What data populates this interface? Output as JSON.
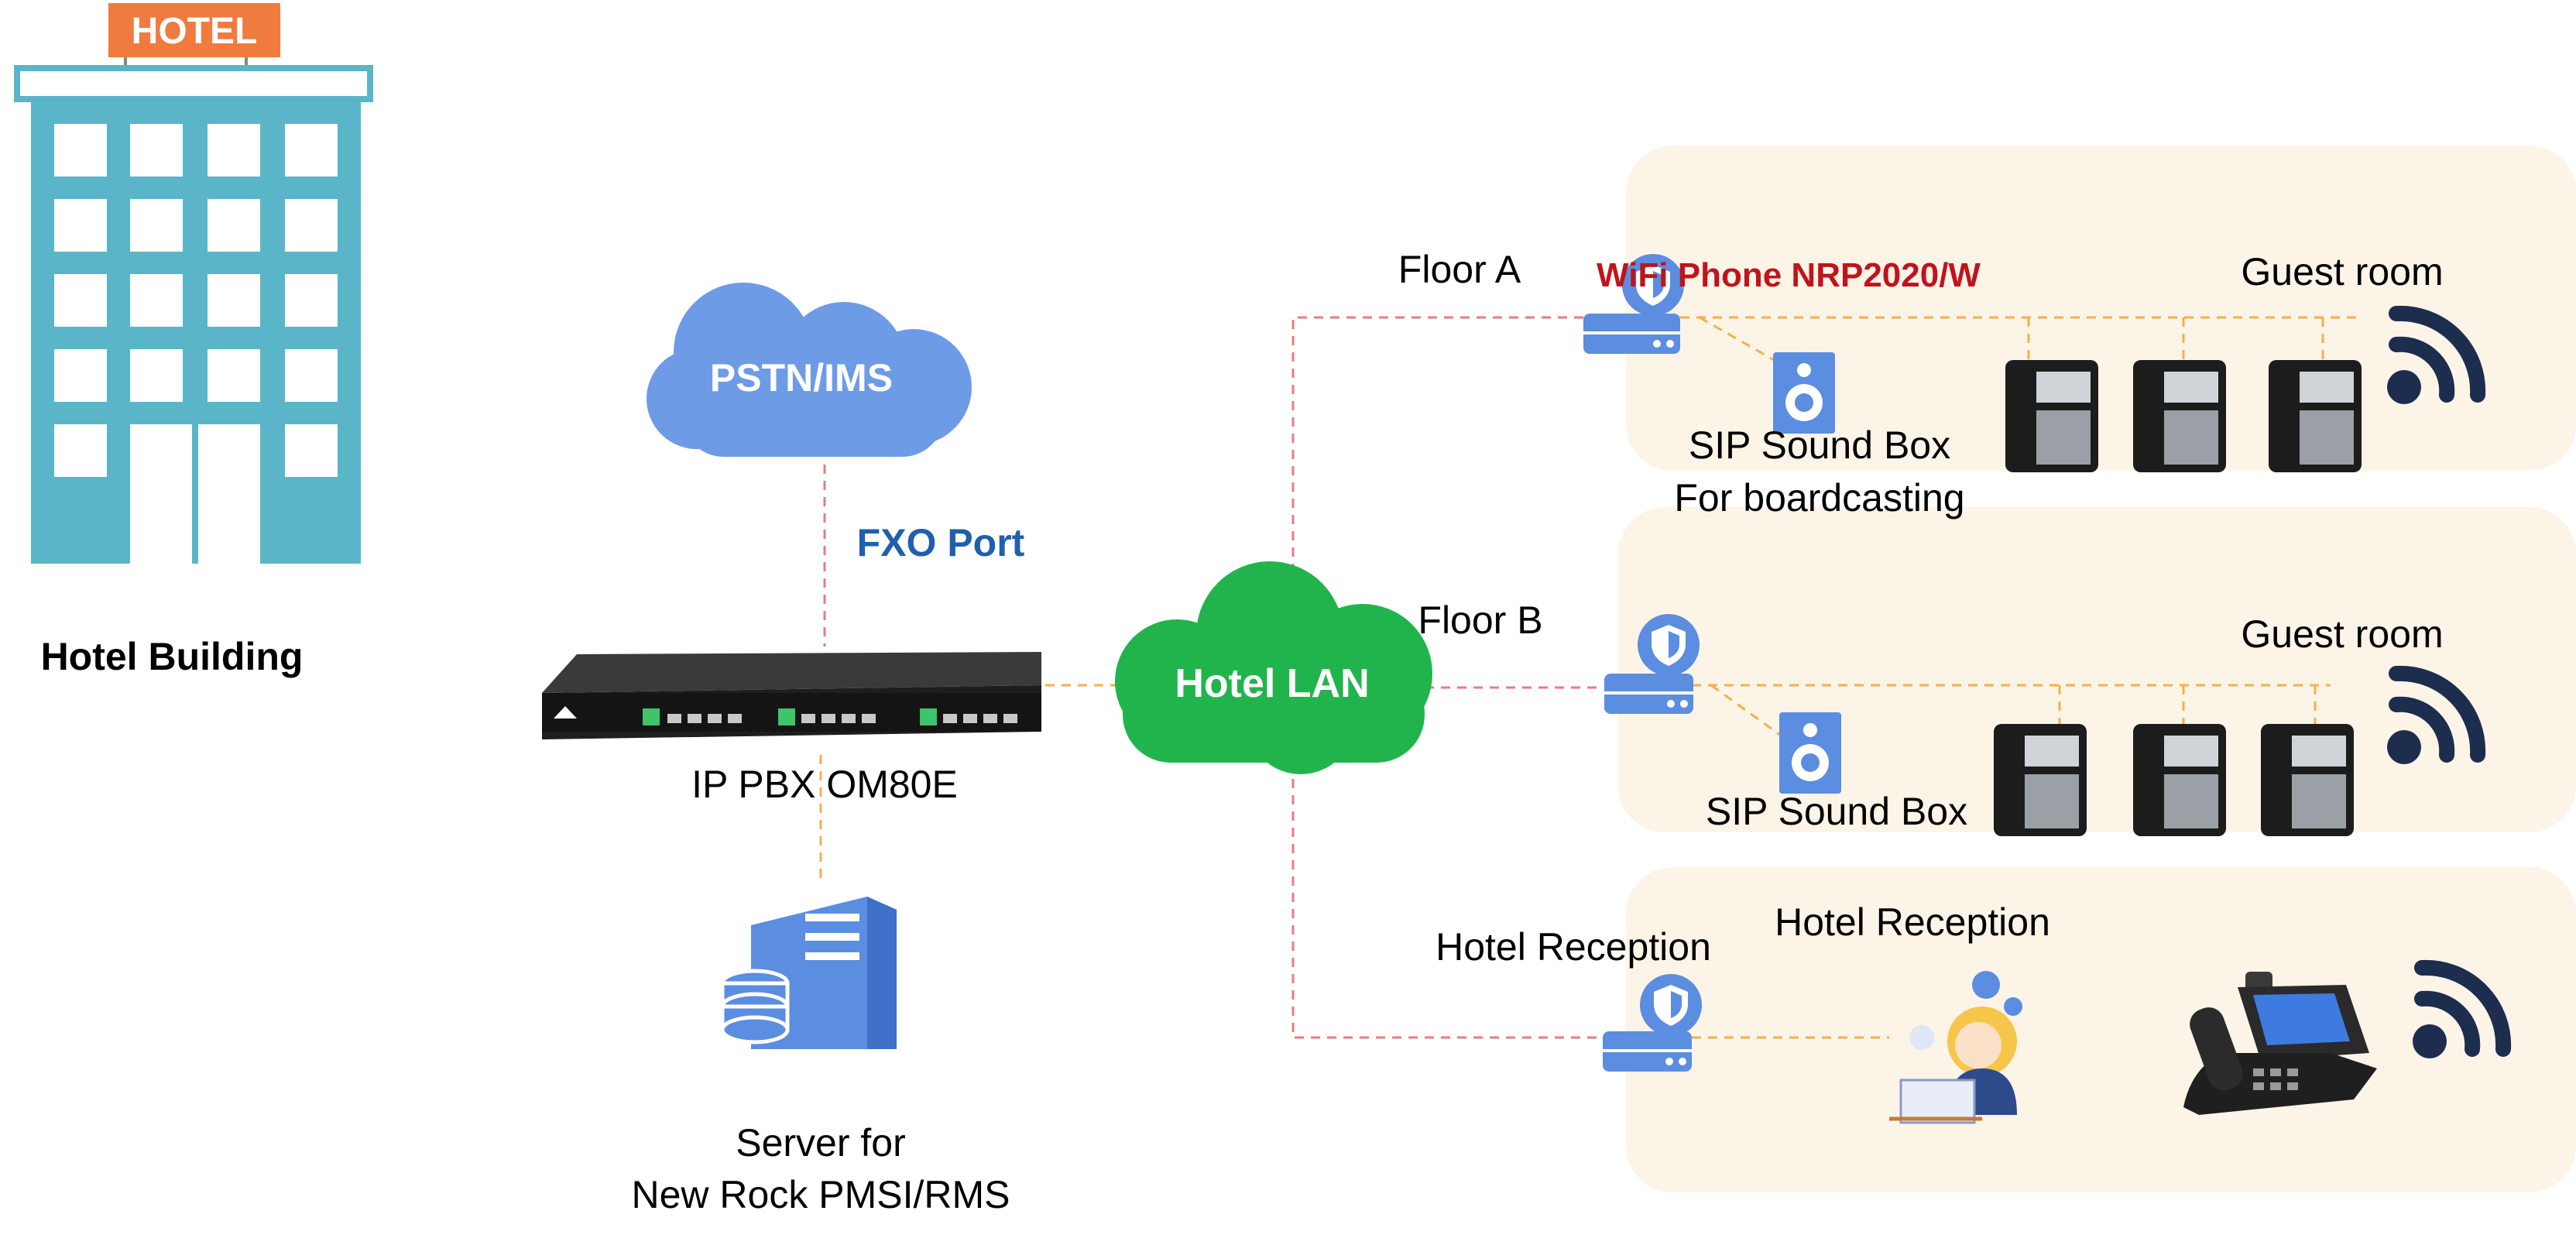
{
  "building": {
    "sign": "HOTEL",
    "label": "Hotel Building"
  },
  "pstn": {
    "label": "PSTN/IMS"
  },
  "fxo": {
    "label": "FXO Port"
  },
  "pbx": {
    "label": "IP PBX OM80E"
  },
  "server": {
    "label_line1": "Server for",
    "label_line2": "New Rock PMSI/RMS"
  },
  "lan": {
    "label": "Hotel LAN"
  },
  "floor_a": {
    "label": "Floor A",
    "wifi_phone": "WiFi Phone NRP2020/W",
    "guest_room": "Guest room",
    "sound_box_line1": "SIP Sound Box",
    "sound_box_line2": "For boardcasting"
  },
  "floor_b": {
    "label": "Floor B",
    "guest_room": "Guest room",
    "sound_box": "SIP Sound Box"
  },
  "reception": {
    "label": "Hotel Reception",
    "panel_title": "Hotel Reception"
  },
  "colors": {
    "building": "#5ab5c8",
    "sign": "#f07b3f",
    "cloud_blue": "#6d9be6",
    "cloud_green": "#22b44c",
    "fxo_text": "#1f5fae",
    "wifi_phone_text": "#c0141c",
    "panel": "#fdf4e8",
    "device_blue": "#5b8de0",
    "wifi_icon": "#1d2d4e",
    "line_red": "#e87d7d",
    "line_orange": "#f0b24a"
  }
}
